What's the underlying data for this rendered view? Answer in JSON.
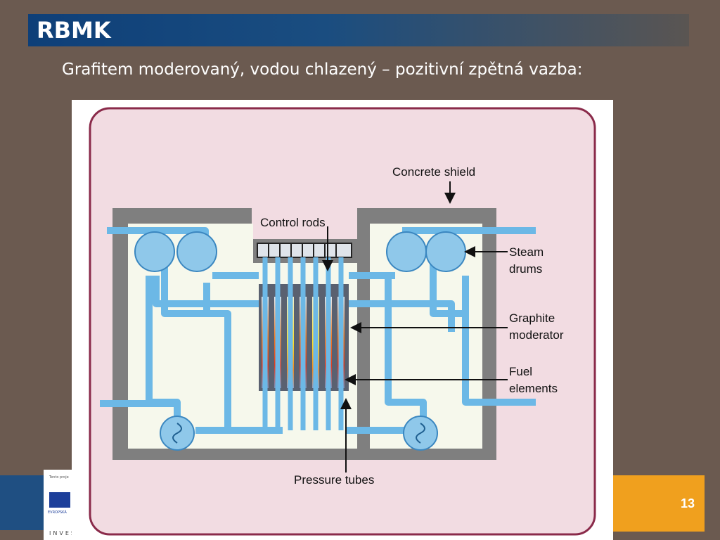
{
  "slide": {
    "title": "RBMK",
    "subtitle": "Grafitem moderovaný, vodou chlazený – pozitivní zpětná vazba:",
    "page_number": "13"
  },
  "footer": {
    "eu_small_text": "Tento proje",
    "eu_label": "EVROPSKÁ",
    "invest_text": "INVES"
  },
  "diagram": {
    "labels": {
      "concrete_shield": "Concrete shield",
      "control_rods": "Control rods",
      "steam_line1": "Steam",
      "steam_line2": "drums",
      "graphite_line1": "Graphite",
      "graphite_line2": "moderator",
      "fuel_line1": "Fuel",
      "fuel_line2": "elements",
      "pressure_tubes": "Pressure tubes"
    }
  },
  "colors": {
    "background": "#6b5a50",
    "title_blue": "#0e3f78",
    "accent_orange": "#f0a01e",
    "panel_pink": "#f2dce2",
    "panel_border": "#8a2a4a",
    "shield_gray": "#7f7f7f",
    "pipe_blue": "#6cb8e6"
  }
}
